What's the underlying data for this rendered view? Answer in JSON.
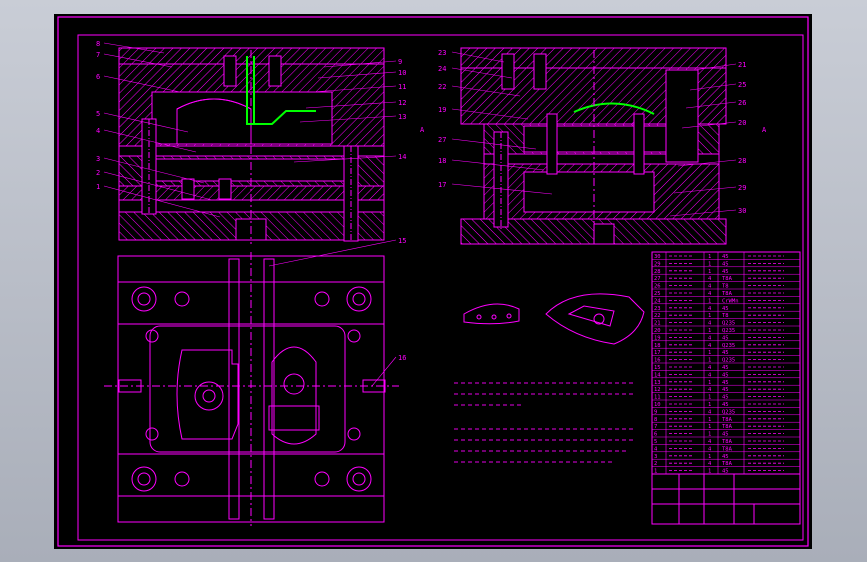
{
  "colors": {
    "line": "#ff00ff",
    "accent": "#00ff00",
    "paper": "#000000",
    "desktop": "#b3b8c3"
  },
  "section_marks": {
    "left": "A",
    "right": "A"
  },
  "part_labels_left": [
    "8",
    "7",
    "6",
    "5",
    "4",
    "3",
    "2",
    "1",
    "9",
    "10",
    "11",
    "12",
    "13",
    "14"
  ],
  "part_labels_right": [
    "23",
    "24",
    "22",
    "19",
    "27",
    "18",
    "17",
    "21",
    "25",
    "26",
    "20",
    "28",
    "29",
    "30"
  ],
  "plan_labels": [
    "15",
    "16"
  ],
  "bom_rows": [
    {
      "no": "30",
      "qty": "1",
      "mat": "45"
    },
    {
      "no": "29",
      "qty": "1",
      "mat": "45"
    },
    {
      "no": "28",
      "qty": "1",
      "mat": "45"
    },
    {
      "no": "27",
      "qty": "4",
      "mat": "T8A"
    },
    {
      "no": "26",
      "qty": "4",
      "mat": "T8"
    },
    {
      "no": "25",
      "qty": "4",
      "mat": "T8A"
    },
    {
      "no": "24",
      "qty": "1",
      "mat": "CrWMn"
    },
    {
      "no": "23",
      "qty": "4",
      "mat": "45"
    },
    {
      "no": "22",
      "qty": "1",
      "mat": "T8"
    },
    {
      "no": "21",
      "qty": "4",
      "mat": "Q235"
    },
    {
      "no": "20",
      "qty": "1",
      "mat": "Q235"
    },
    {
      "no": "19",
      "qty": "4",
      "mat": "45"
    },
    {
      "no": "18",
      "qty": "4",
      "mat": "Q235"
    },
    {
      "no": "17",
      "qty": "1",
      "mat": "45"
    },
    {
      "no": "16",
      "qty": "1",
      "mat": "Q235"
    },
    {
      "no": "15",
      "qty": "4",
      "mat": "45"
    },
    {
      "no": "14",
      "qty": "4",
      "mat": "45"
    },
    {
      "no": "13",
      "qty": "1",
      "mat": "45"
    },
    {
      "no": "12",
      "qty": "4",
      "mat": "45"
    },
    {
      "no": "11",
      "qty": "1",
      "mat": "45"
    },
    {
      "no": "10",
      "qty": "1",
      "mat": "45"
    },
    {
      "no": "9",
      "qty": "4",
      "mat": "Q235"
    },
    {
      "no": "8",
      "qty": "1",
      "mat": "T8A"
    },
    {
      "no": "7",
      "qty": "1",
      "mat": "T8A"
    },
    {
      "no": "6",
      "qty": "1",
      "mat": "45"
    },
    {
      "no": "5",
      "qty": "4",
      "mat": "T8A"
    },
    {
      "no": "4",
      "qty": "4",
      "mat": "T8A"
    },
    {
      "no": "3",
      "qty": "1",
      "mat": "45"
    },
    {
      "no": "2",
      "qty": "4",
      "mat": "T8A"
    },
    {
      "no": "1",
      "qty": "1",
      "mat": "45"
    }
  ]
}
